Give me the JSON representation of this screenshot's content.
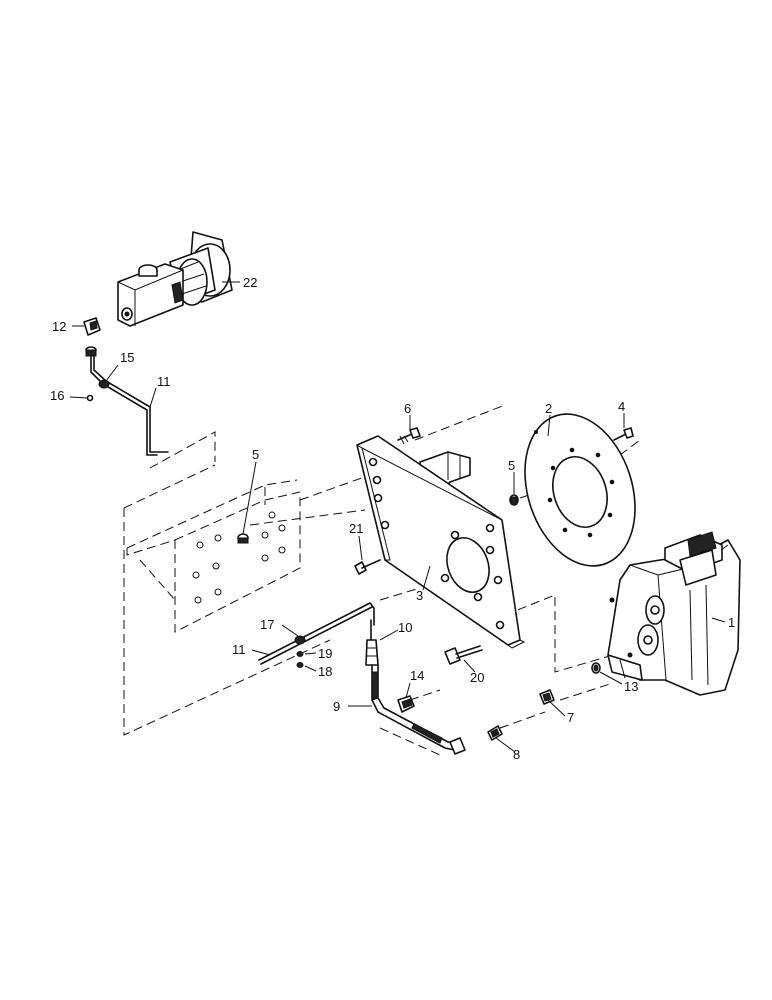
{
  "callouts": {
    "c1": "1",
    "c2": "2",
    "c3": "3",
    "c4": "4",
    "c5a": "5",
    "c5b": "5",
    "c6": "6",
    "c7": "7",
    "c8": "8",
    "c9": "9",
    "c10": "10",
    "c11a": "11",
    "c11b": "11",
    "c12": "12",
    "c13": "13",
    "c14": "14",
    "c15": "15",
    "c16": "16",
    "c17": "17",
    "c18": "18",
    "c19": "19",
    "c20": "20",
    "c21": "21",
    "c22": "22"
  }
}
